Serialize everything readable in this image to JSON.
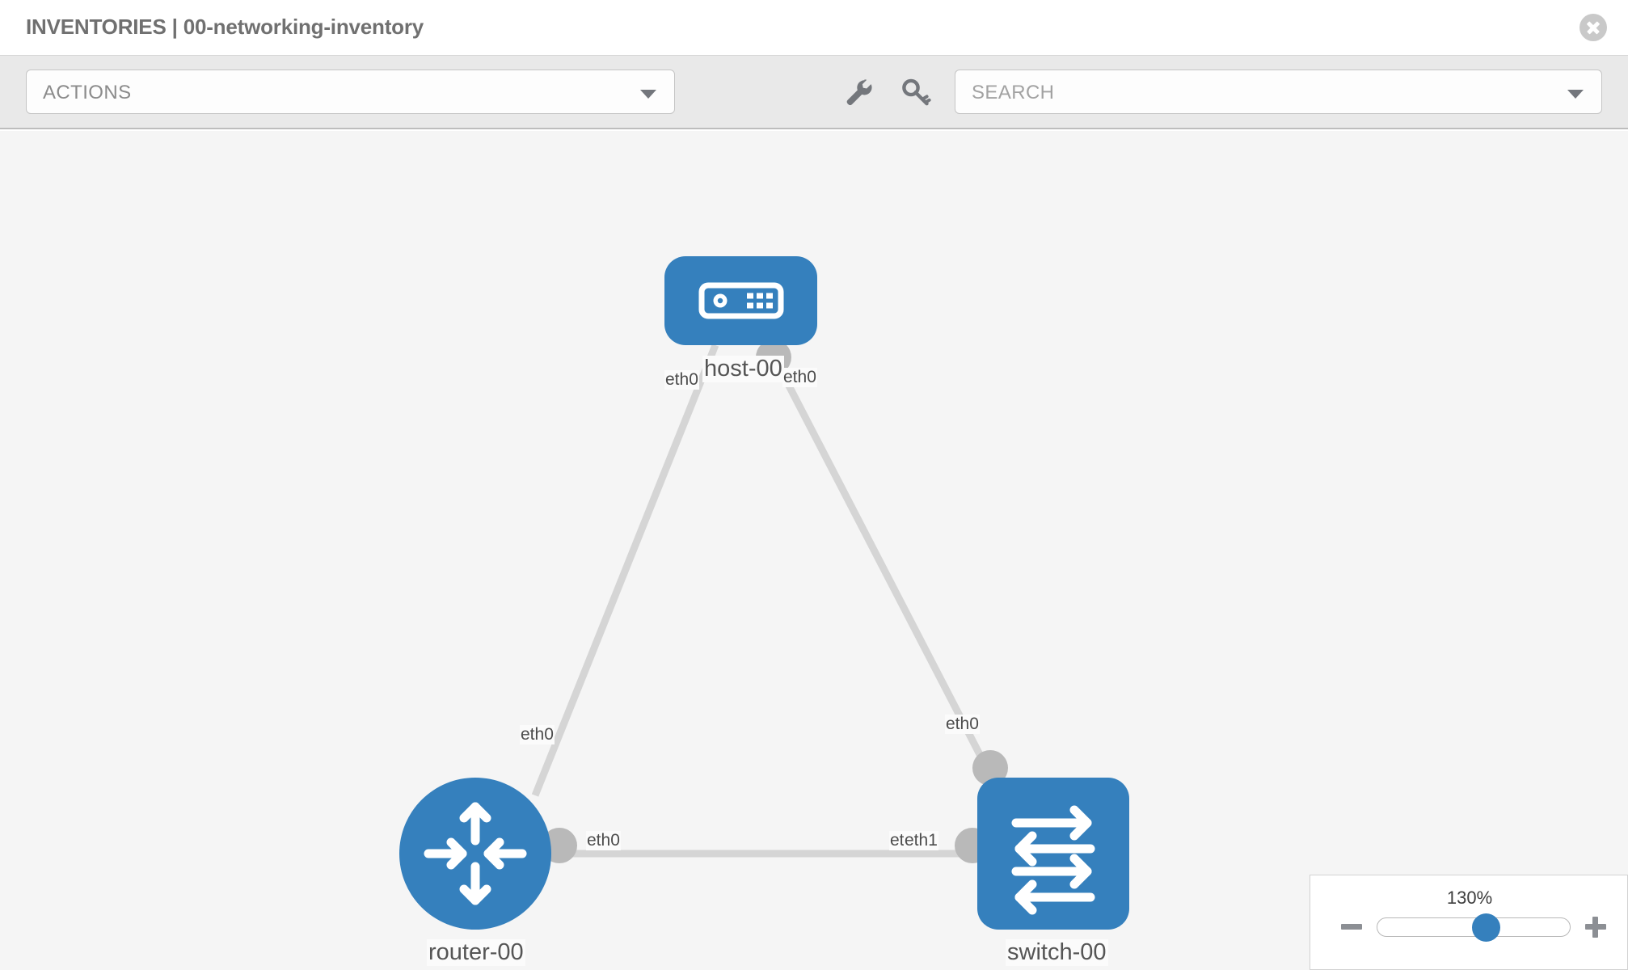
{
  "header": {
    "title": "INVENTORIES | 00-networking-inventory",
    "close_icon": "close-circle-icon"
  },
  "toolbar": {
    "actions_dropdown": {
      "value": "ACTIONS",
      "caret_icon": "chevron-down-icon"
    },
    "wrench_icon": "wrench-icon",
    "key_icon": "key-icon",
    "search": {
      "placeholder": "SEARCH",
      "value": "",
      "caret_icon": "chevron-down-icon"
    }
  },
  "topology": {
    "nodes": [
      {
        "id": "host-00",
        "label": "host-00",
        "type": "host",
        "icon": "server-icon",
        "color": "#3580bd",
        "shape": "rounded-rect"
      },
      {
        "id": "router-00",
        "label": "router-00",
        "type": "router",
        "icon": "router-arrows-icon",
        "color": "#3580bd",
        "shape": "circle"
      },
      {
        "id": "switch-00",
        "label": "switch-00",
        "type": "switch",
        "icon": "switch-arrows-icon",
        "color": "#3580bd",
        "shape": "rounded-square"
      }
    ],
    "links": [
      {
        "from": "router-00",
        "to": "host-00",
        "from_label": "eth0",
        "to_label": "eth0"
      },
      {
        "from": "host-00",
        "to": "switch-00",
        "from_label": "eth0",
        "to_label": "eth0"
      },
      {
        "from": "router-00",
        "to": "switch-00",
        "from_label": "eth0",
        "to_label_a": "eth",
        "to_label_b": "eth1"
      }
    ],
    "edge_labels": {
      "host_left": "eth0",
      "host_right": "eth0",
      "router_up": "eth0",
      "switch_up": "eth0",
      "router_right": "eth0",
      "switch_left_a": "eth",
      "switch_left_b": "eth1"
    }
  },
  "zoom_control": {
    "value": "130%",
    "minus_icon": "minus-icon",
    "plus_icon": "plus-icon",
    "slider_name": "zoom-slider"
  },
  "colors": {
    "node_blue": "#3580bd",
    "handle_gray": "#b9b9b9",
    "link_gray": "#d0d0d0",
    "canvas_bg": "#f5f5f5",
    "toolbar_bg": "#e9e9e9"
  }
}
